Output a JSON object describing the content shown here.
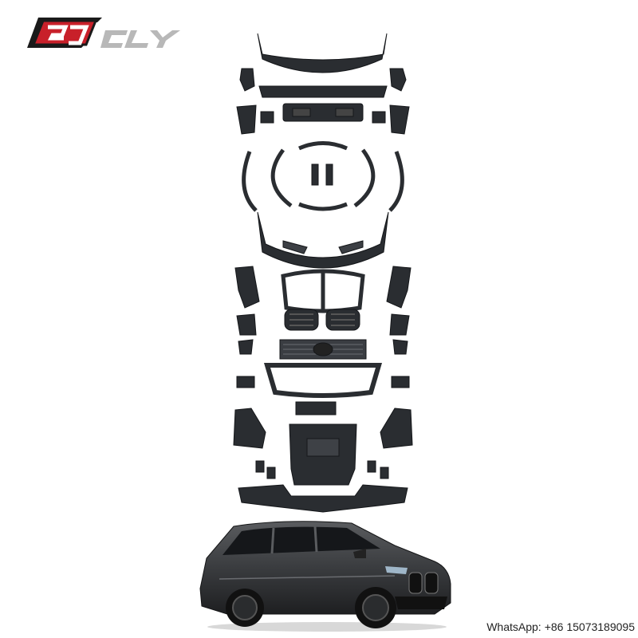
{
  "brand": {
    "logo_text": "CLY",
    "colors": {
      "red": "#c8202a",
      "dark": "#1a1a1a",
      "silver": "#b8b8b8"
    }
  },
  "contact": {
    "label": "WhatsApp:",
    "number": "+86 15073189095"
  },
  "icons": [
    "brand-logo",
    "body-kit-parts",
    "suv-car"
  ]
}
